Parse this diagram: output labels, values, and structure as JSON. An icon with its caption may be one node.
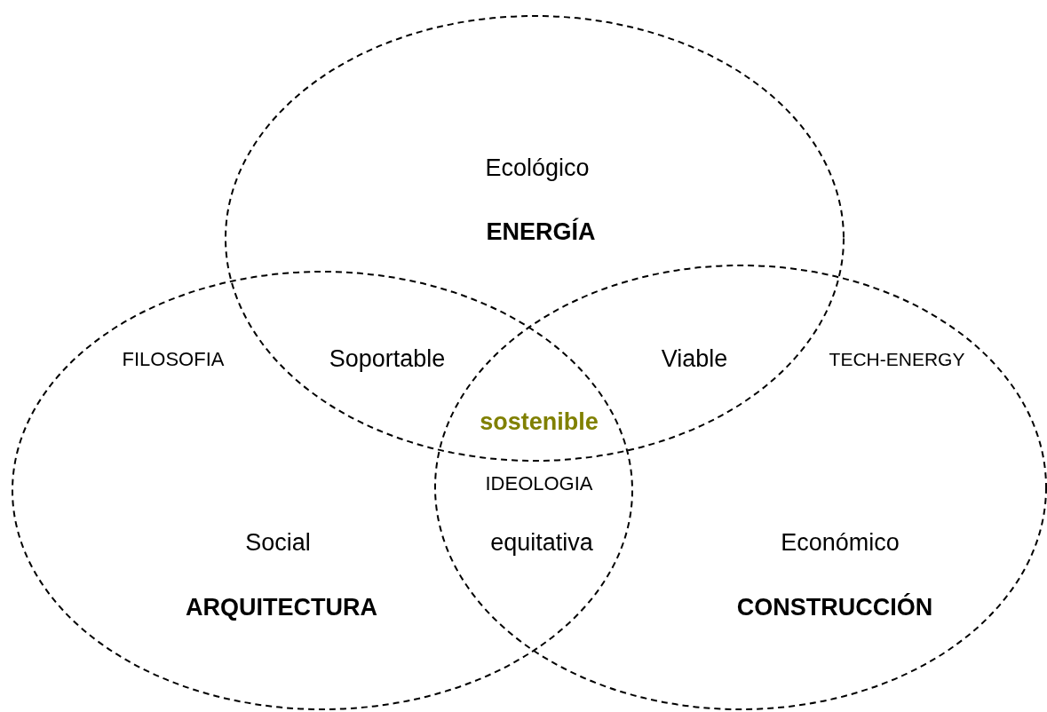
{
  "diagram": {
    "nodes": [
      {
        "text": [
          "Ecológico",
          "ENERGÍA"
        ]
      },
      {
        "text": [
          "Social",
          "ARQUITECTURA"
        ]
      },
      {
        "text": [
          "Económico",
          "CONSTRUCCIÓN"
        ]
      }
    ],
    "labels": [
      "FILOSOFIA",
      "Soportable",
      "Viable",
      "TECH-ENERGY",
      "sostenible",
      "IDEOLOGIA",
      "equitativa"
    ]
  }
}
